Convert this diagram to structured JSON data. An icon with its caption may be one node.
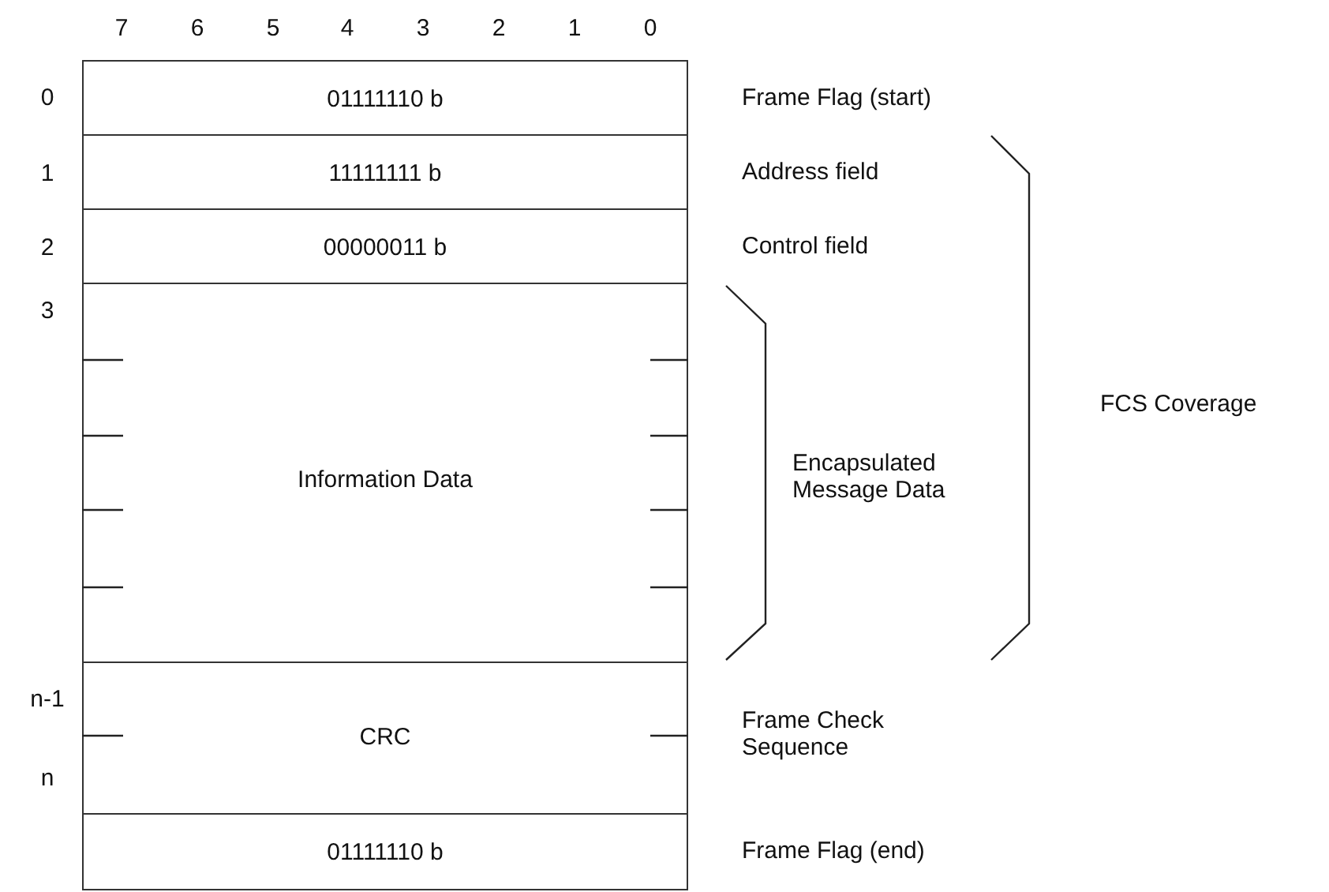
{
  "diagram": {
    "nodes": [
      {
        "text": [
          "01111110 b"
        ],
        "beside": [
          "Frame Flag (start)"
        ]
      },
      {
        "text": [
          "11111111 b"
        ],
        "beside": [
          "Address field"
        ]
      },
      {
        "text": [
          "00000011 b"
        ],
        "beside": [
          "Control field"
        ]
      },
      {
        "text": [
          "Information Data"
        ]
      },
      {
        "text": [
          "CRC"
        ],
        "beside": [
          "Frame Check Sequence"
        ]
      },
      {
        "text": [
          "01111110 b"
        ],
        "beside": [
          "Frame Flag (end)"
        ]
      }
    ],
    "labels": [
      "7",
      "6",
      "5",
      "4",
      "3",
      "2",
      "1",
      "0",
      "0",
      "1",
      "2",
      "3",
      "Encapsulated Message Data",
      "FCS Coverage",
      "n-1",
      "n"
    ]
  }
}
